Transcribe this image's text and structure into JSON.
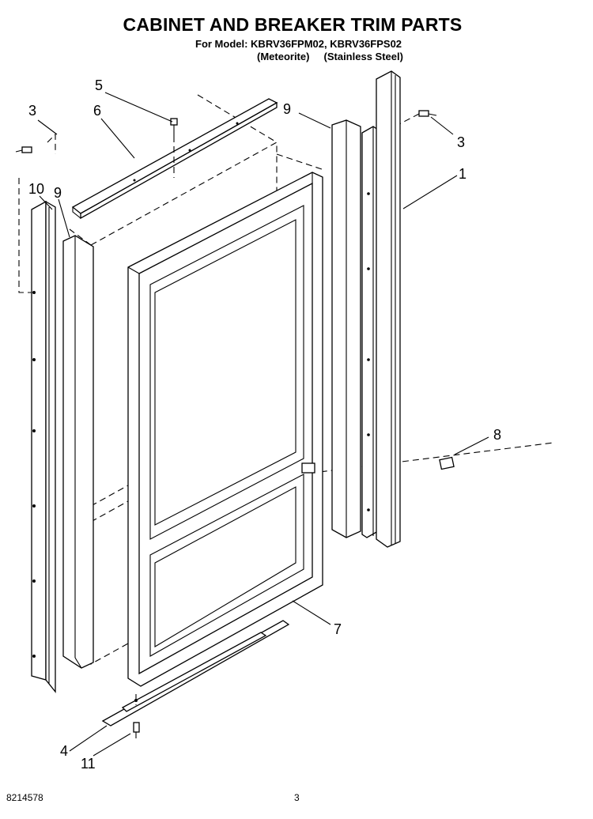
{
  "header": {
    "title": "CABINET AND BREAKER TRIM PARTS",
    "model_line": "For Model: KBRV36FPM02, KBRV36FPS02",
    "variants_line": "(Meteorite)     (Stainless Steel)"
  },
  "callouts": {
    "c1": "1",
    "c3a": "3",
    "c3b": "3",
    "c4": "4",
    "c5": "5",
    "c6": "6",
    "c7": "7",
    "c8": "8",
    "c9a": "9",
    "c9b": "9",
    "c10": "10",
    "c11": "11"
  },
  "footer": {
    "doc_number": "8214578",
    "page_number": "3"
  }
}
